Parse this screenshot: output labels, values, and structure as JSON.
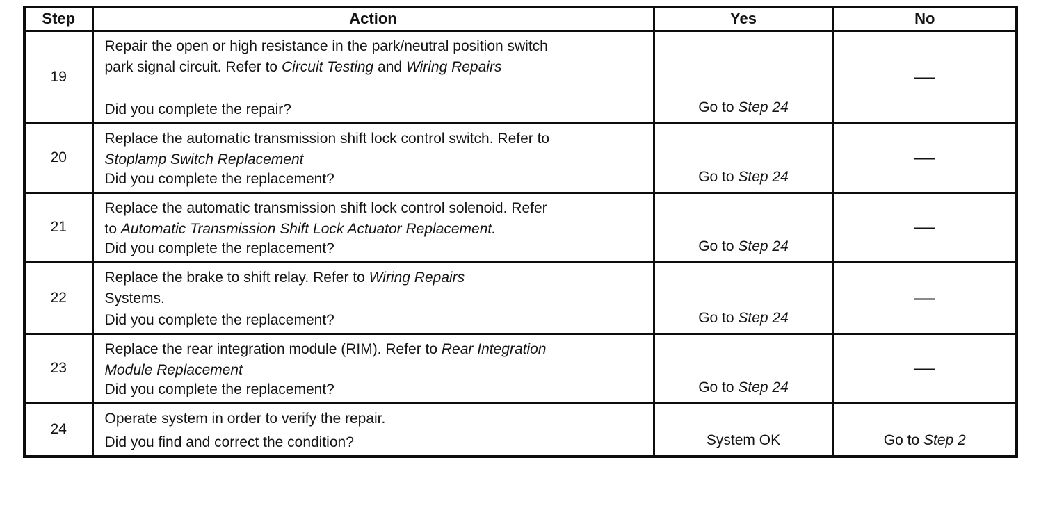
{
  "table": {
    "headers": [
      {
        "label": "Step"
      },
      {
        "label": "Action"
      },
      {
        "label": "Yes"
      },
      {
        "label": "No"
      }
    ],
    "rows": [
      {
        "step": "19",
        "action": {
          "description": [
            {
              "text": "Repair the open or high resistance in the park/neutral position switch"
            },
            {
              "break": true
            },
            {
              "text": "park signal circuit. Refer to "
            },
            {
              "text": "Circuit Testing",
              "italic": true
            },
            {
              "text": " and "
            },
            {
              "text": "Wiring Repairs",
              "italic": true
            }
          ],
          "question": "Did you complete the repair?"
        },
        "yes": [
          {
            "text": "Go to "
          },
          {
            "text": "Step 24",
            "italic": true
          }
        ],
        "no": [
          {
            "text": "—"
          }
        ]
      },
      {
        "step": "20",
        "action": {
          "description": [
            {
              "text": "Replace the automatic transmission shift lock control switch. Refer to"
            },
            {
              "break": true
            },
            {
              "text": "Stoplamp Switch Replacement",
              "italic": true
            }
          ],
          "question": "Did you complete the replacement?"
        },
        "yes": [
          {
            "text": "Go to "
          },
          {
            "text": "Step 24",
            "italic": true
          }
        ],
        "no": [
          {
            "text": "—"
          }
        ]
      },
      {
        "step": "21",
        "action": {
          "description": [
            {
              "text": "Replace the automatic transmission shift lock control solenoid. Refer"
            },
            {
              "break": true
            },
            {
              "text": "to "
            },
            {
              "text": "Automatic Transmission Shift Lock Actuator Replacement.",
              "italic": true
            }
          ],
          "question": "Did you complete the replacement?"
        },
        "yes": [
          {
            "text": "Go to "
          },
          {
            "text": "Step 24",
            "italic": true
          }
        ],
        "no": [
          {
            "text": "—"
          }
        ]
      },
      {
        "step": "22",
        "action": {
          "description": [
            {
              "text": "Replace the brake to shift relay. Refer to "
            },
            {
              "text": "Wiring Repairs",
              "italic": true
            },
            {
              "break": true
            },
            {
              "text": "Systems."
            }
          ],
          "question": "Did you complete the replacement?"
        },
        "yes": [
          {
            "text": "Go to "
          },
          {
            "text": "Step 24",
            "italic": true
          }
        ],
        "no": [
          {
            "text": "—"
          }
        ]
      },
      {
        "step": "23",
        "action": {
          "description": [
            {
              "text": "Replace the rear integration module (RIM). Refer to "
            },
            {
              "text": "Rear Integration",
              "italic": true
            },
            {
              "break": true
            },
            {
              "text": "Module Replacement",
              "italic": true
            }
          ],
          "question": "Did you complete the replacement?"
        },
        "yes": [
          {
            "text": "Go to "
          },
          {
            "text": "Step 24",
            "italic": true
          }
        ],
        "no": [
          {
            "text": "—"
          }
        ]
      },
      {
        "step": "24",
        "action": {
          "description": [
            {
              "text": "Operate system in order to verify the repair."
            }
          ],
          "question": "Did you find and correct the condition?"
        },
        "yes": [
          {
            "text": "System OK"
          }
        ],
        "no": [
          {
            "text": "Go to "
          },
          {
            "text": "Step 2",
            "italic": true
          }
        ]
      }
    ]
  }
}
